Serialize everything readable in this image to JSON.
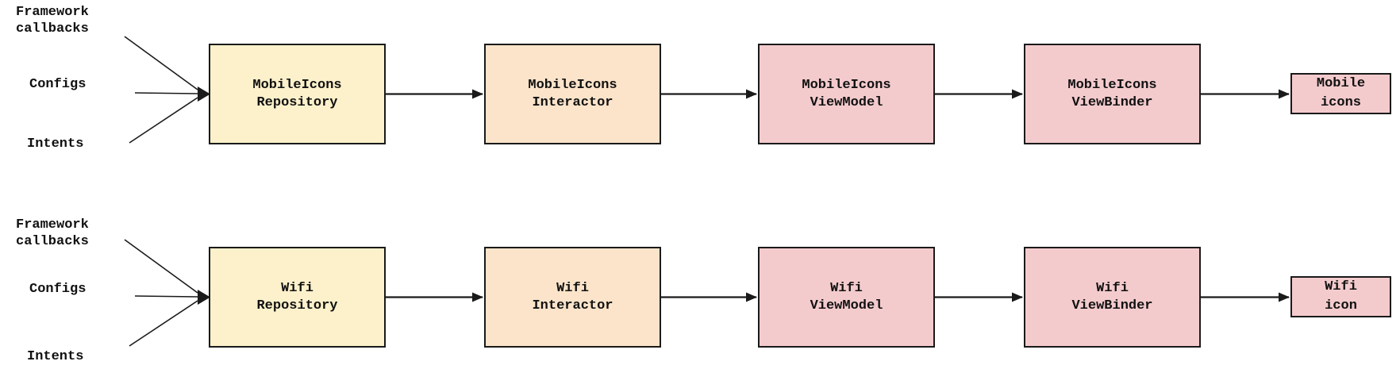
{
  "colors": {
    "repository_fill": "#FCF1CB",
    "interactor_fill": "#FBE4CA",
    "viewmodel_fill": "#F4CBCD",
    "viewbinder_fill": "#F4CBCD",
    "output_fill": "#F4CBCD",
    "border": "#1a1a1a",
    "line": "#1a1a1a",
    "text": "#111111",
    "background": "#ffffff"
  },
  "rows": [
    {
      "inputs": [
        "Framework\ncallbacks",
        "Configs",
        "Intents"
      ],
      "stages": [
        {
          "label": "MobileIcons\nRepository"
        },
        {
          "label": "MobileIcons\nInteractor"
        },
        {
          "label": "MobileIcons\nViewModel"
        },
        {
          "label": "MobileIcons\nViewBinder"
        }
      ],
      "output": {
        "label": "Mobile\nicons"
      }
    },
    {
      "inputs": [
        "Framework\ncallbacks",
        "Configs",
        "Intents"
      ],
      "stages": [
        {
          "label": "Wifi\nRepository"
        },
        {
          "label": "Wifi\nInteractor"
        },
        {
          "label": "Wifi\nViewModel"
        },
        {
          "label": "Wifi\nViewBinder"
        }
      ],
      "output": {
        "label": "Wifi\nicon"
      }
    }
  ]
}
